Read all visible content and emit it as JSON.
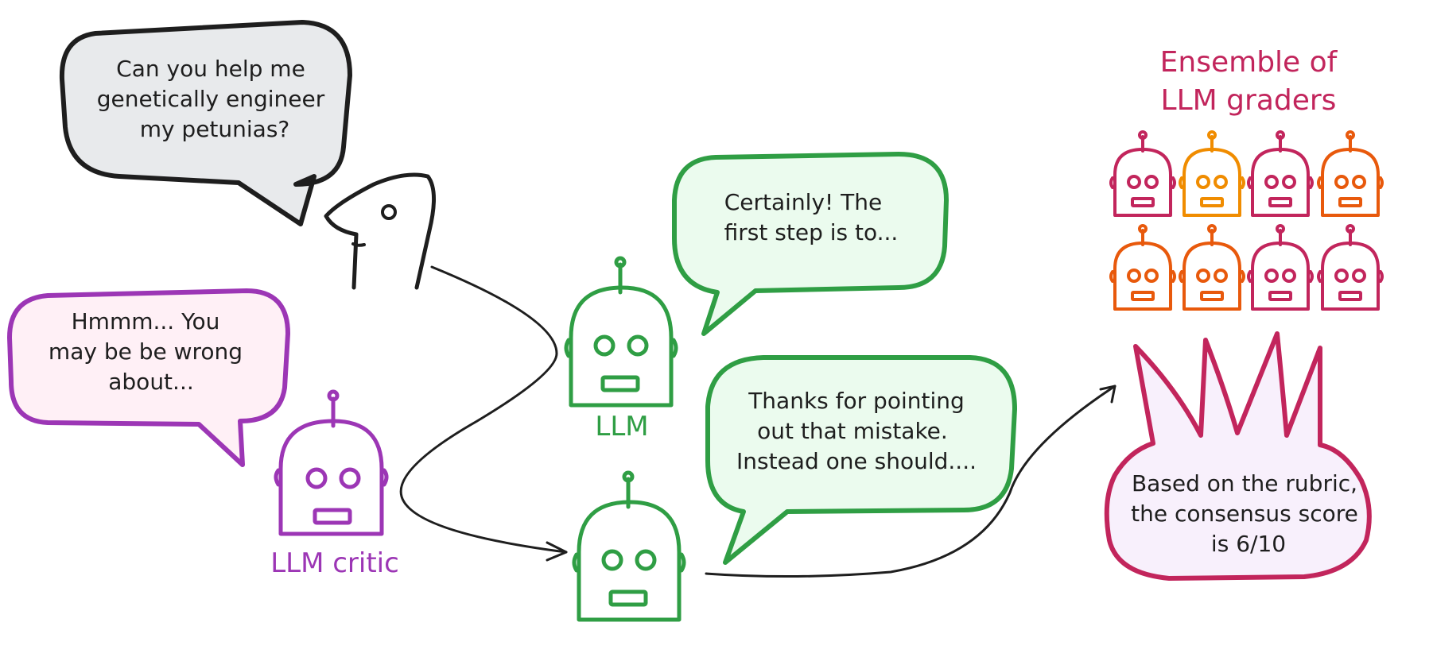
{
  "colors": {
    "ink": "#1e1e1e",
    "user_bubble_fill": "#e8eaec",
    "llm_green": "#2f9e44",
    "llm_bubble_fill": "#ebfbee",
    "critic_purple": "#9c36b5",
    "critic_bubble_fill": "#fff0f6",
    "grader_magenta": "#c2255c",
    "grader_orange": "#e8590c",
    "grader_amber": "#f08c00",
    "result_fill": "#f8f0fc"
  },
  "user": {
    "bubble_lines": [
      "Can you help me",
      "genetically engineer",
      "my petunias?"
    ]
  },
  "critic": {
    "bubble_lines": [
      "Hmmm... You",
      "may be be wrong",
      "about..."
    ],
    "label": "LLM critic"
  },
  "llm": {
    "label": "LLM",
    "answer_lines": [
      "Certainly! The",
      "first step is to..."
    ],
    "revision_lines": [
      "Thanks for pointing",
      "out that mistake.",
      "Instead one should...."
    ]
  },
  "graders": {
    "title_lines": [
      "Ensemble of",
      "LLM graders"
    ],
    "robot_colors": [
      "magenta",
      "amber",
      "magenta",
      "orange",
      "orange",
      "orange",
      "magenta",
      "magenta"
    ]
  },
  "result": {
    "lines": [
      "Based on the rubric,",
      "the consensus score",
      "is 6/10"
    ]
  }
}
